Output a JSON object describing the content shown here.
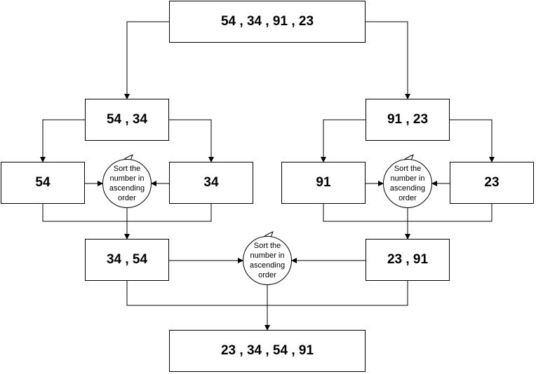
{
  "nodes": {
    "root": "54 , 34 , 91 , 23",
    "left_half": "54 , 34",
    "right_half": "91 , 23",
    "leaf_54": "54",
    "leaf_34": "34",
    "leaf_91": "91",
    "leaf_23": "23",
    "merged_left": "34 , 54",
    "merged_right": "23 , 91",
    "result": "23 , 34 , 54 , 91"
  },
  "process": {
    "sort_left": "Sort the number in ascending order",
    "sort_right": "Sort the number in ascending order",
    "sort_final": "Sort the number in ascending order"
  }
}
